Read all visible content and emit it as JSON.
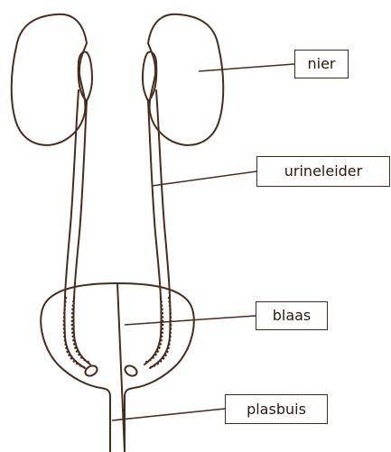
{
  "labels": {
    "nier": "nier",
    "urineleider": "urineleider",
    "blaas": "blaas",
    "plasbuis": "plasbuis"
  },
  "colors": {
    "line": "#4a2c1d",
    "background": "#ffffff"
  }
}
